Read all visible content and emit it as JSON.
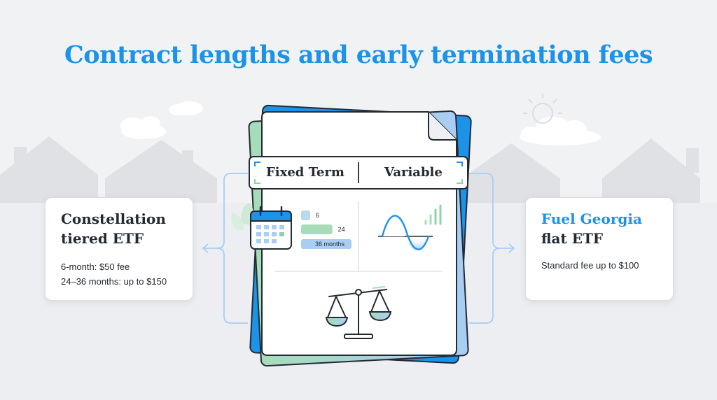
{
  "title": "Contract lengths and early termination fees",
  "tabs": {
    "left": "Fixed Term",
    "right": "Variable"
  },
  "term_bars": [
    {
      "label": "6",
      "level": 0.18
    },
    {
      "label": "24",
      "level": 0.62
    },
    {
      "label": "36 months",
      "level": 1.0
    }
  ],
  "left_card": {
    "heading_line1": "Constellation",
    "heading_line2": "tiered ETF",
    "detail_line1": "6-month: $50 fee",
    "detail_line2": "24–36 months: up to $150"
  },
  "right_card": {
    "heading_line1": "Fuel Georgia",
    "heading_line2": "flat ETF",
    "detail_line1": "Standard fee up to $100"
  },
  "colors": {
    "accent": "#1b93e8",
    "ink": "#232a33",
    "green": "#8fd3a8"
  },
  "icons": [
    "calendar-icon",
    "leaf-icon",
    "wave-icon",
    "signal-bars-icon",
    "balance-scale-icon",
    "cloud-icon",
    "sun-icon",
    "house-icon",
    "arrow-left-icon",
    "arrow-right-icon"
  ]
}
